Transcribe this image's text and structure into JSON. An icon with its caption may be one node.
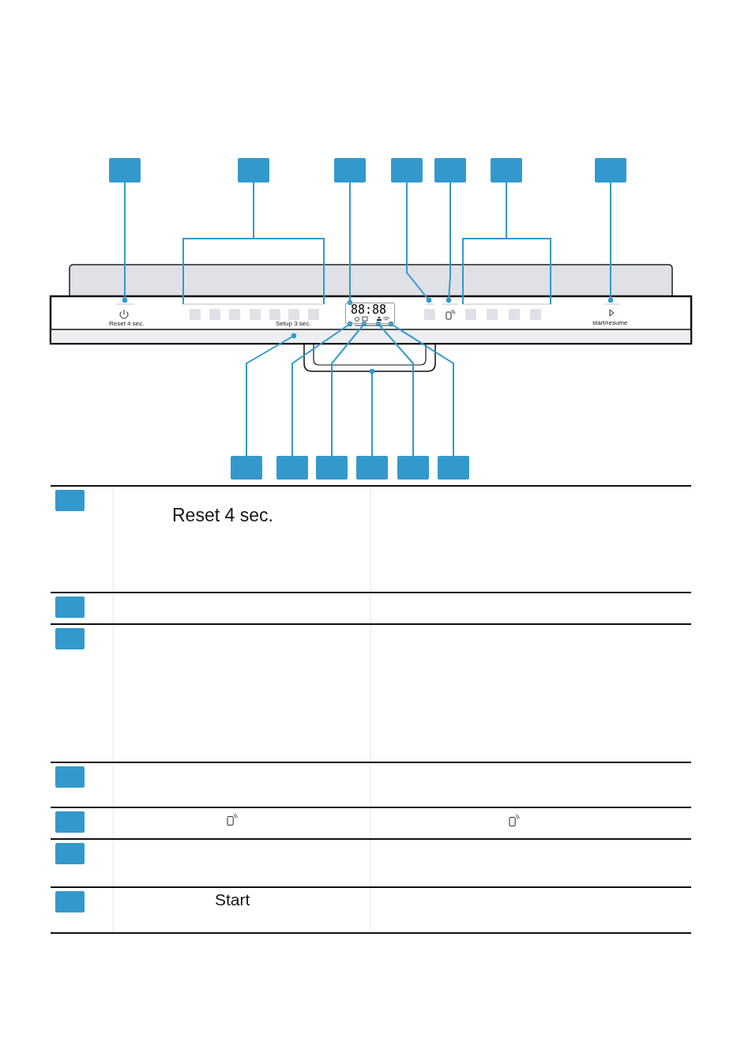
{
  "diagram": {
    "nodes": [
      {
        "text": [],
        "shape": "box"
      },
      {
        "text": [],
        "shape": "box"
      },
      {
        "text": [],
        "shape": "box"
      },
      {
        "text": [],
        "shape": "box"
      },
      {
        "text": [],
        "shape": "box"
      },
      {
        "text": [],
        "shape": "box"
      },
      {
        "text": [],
        "shape": "box"
      },
      {
        "text": [],
        "shape": "box"
      },
      {
        "text": [],
        "shape": "box"
      },
      {
        "text": [],
        "shape": "box"
      },
      {
        "text": [],
        "shape": "box"
      },
      {
        "text": [],
        "shape": "box"
      },
      {
        "text": [],
        "shape": "box"
      },
      {
        "text": [],
        "shape": "box"
      },
      {
        "text": [],
        "shape": "box"
      },
      {
        "text": [],
        "shape": "box"
      },
      {
        "text": [],
        "shape": "box"
      },
      {
        "text": [],
        "shape": "box"
      },
      {
        "text": [],
        "shape": "box"
      },
      {
        "text": [],
        "shape": "box"
      },
      {
        "text": [
          "88:88"
        ]
      },
      {
        "text": [],
        "shape": "box"
      },
      {
        "text": [],
        "shape": "bar"
      }
    ],
    "edges": [
      {
        "from": 0,
        "to": null,
        "arrow": "other"
      },
      {
        "from": 1,
        "to": null,
        "arrow": "none"
      },
      {
        "from": 2,
        "to": 20,
        "arrow": "other"
      },
      {
        "from": 3,
        "to": null,
        "arrow": "other"
      },
      {
        "from": 4,
        "to": null,
        "arrow": "other"
      },
      {
        "from": 5,
        "to": null,
        "arrow": "none"
      },
      {
        "from": 6,
        "to": null,
        "arrow": "other"
      },
      {
        "from": 7,
        "to": 22,
        "arrow": "other"
      },
      {
        "from": 8,
        "to": 20,
        "arrow": "other"
      },
      {
        "from": 9,
        "to": 20,
        "arrow": "other"
      },
      {
        "from": 10,
        "to": 21,
        "arrow": "other"
      },
      {
        "from": 11,
        "to": 20,
        "arrow": "other"
      },
      {
        "from": 12,
        "to": 20,
        "arrow": "other"
      }
    ],
    "labels": [
      "Reset 4 sec.",
      "Setup 3 sec.",
      "start/resume",
      "Reset 4 sec.",
      "Start"
    ]
  }
}
